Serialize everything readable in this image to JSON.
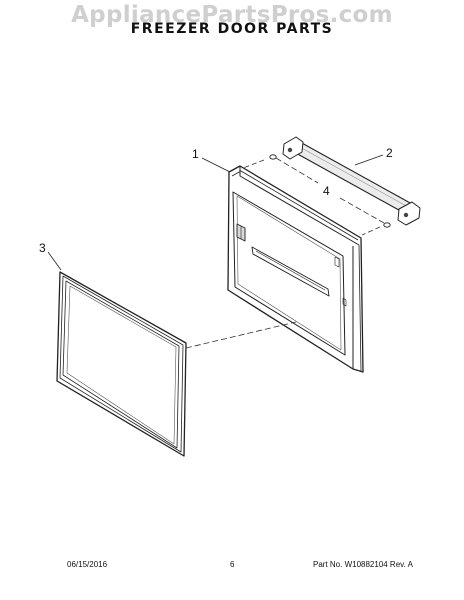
{
  "watermark": "AppliancePartsPros.com",
  "title": "FREEZER DOOR PARTS",
  "callouts": [
    "1",
    "2",
    "3",
    "4"
  ],
  "footer": {
    "date": "06/15/2016",
    "page": "6",
    "part": "Part No. W10882104  Rev. A"
  }
}
